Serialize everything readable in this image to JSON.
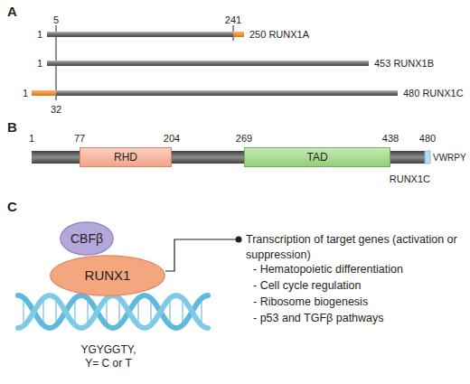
{
  "diagram": {
    "nodes": [
      {
        "text": [
          "RHD"
        ]
      },
      {
        "text": [
          "TAD"
        ]
      },
      {
        "text": [
          "CBFβ"
        ]
      },
      {
        "text": [
          "RUNX1"
        ]
      }
    ],
    "labels": [
      "A",
      "5",
      "241",
      "1",
      "250 RUNX1A",
      "1",
      "453 RUNX1B",
      "1",
      "480 RUNX1C",
      "32",
      "B",
      "1",
      "77",
      "204",
      "269",
      "438",
      "480",
      "VWRPY",
      "RUNX1C",
      "C",
      "Transcription of target genes (activation or suppression)",
      "- Hematopoietic differentiation",
      "- Cell cycle regulation",
      "- Ribosome biogenesis",
      "- p53 and TGFβ pathways",
      "YGYGGTY, Y= C or T"
    ]
  }
}
